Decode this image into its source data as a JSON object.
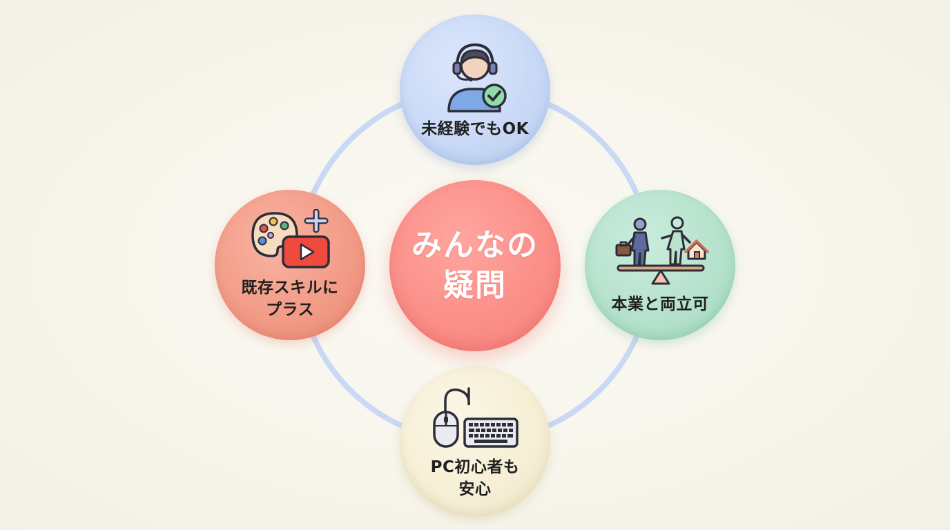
{
  "center": {
    "text": "みんなの\n疑問"
  },
  "nodes": {
    "top": {
      "label": "未経験でもOK",
      "icon": "headset-operator-check-icon"
    },
    "right": {
      "label": "本業と両立可",
      "icon": "work-life-balance-seesaw-icon"
    },
    "bottom": {
      "label": "PC初心者も\n安心",
      "icon": "mouse-keyboard-icon"
    },
    "left": {
      "label": "既存スキルに\nプラス",
      "icon": "palette-video-plus-icon"
    }
  },
  "colors": {
    "ring": "#c7d6f3",
    "top": "#c9d9f6",
    "right": "#b6e2cd",
    "bottom": "#f6efd6",
    "left": "#f29c88",
    "center": "#fb8f89"
  }
}
